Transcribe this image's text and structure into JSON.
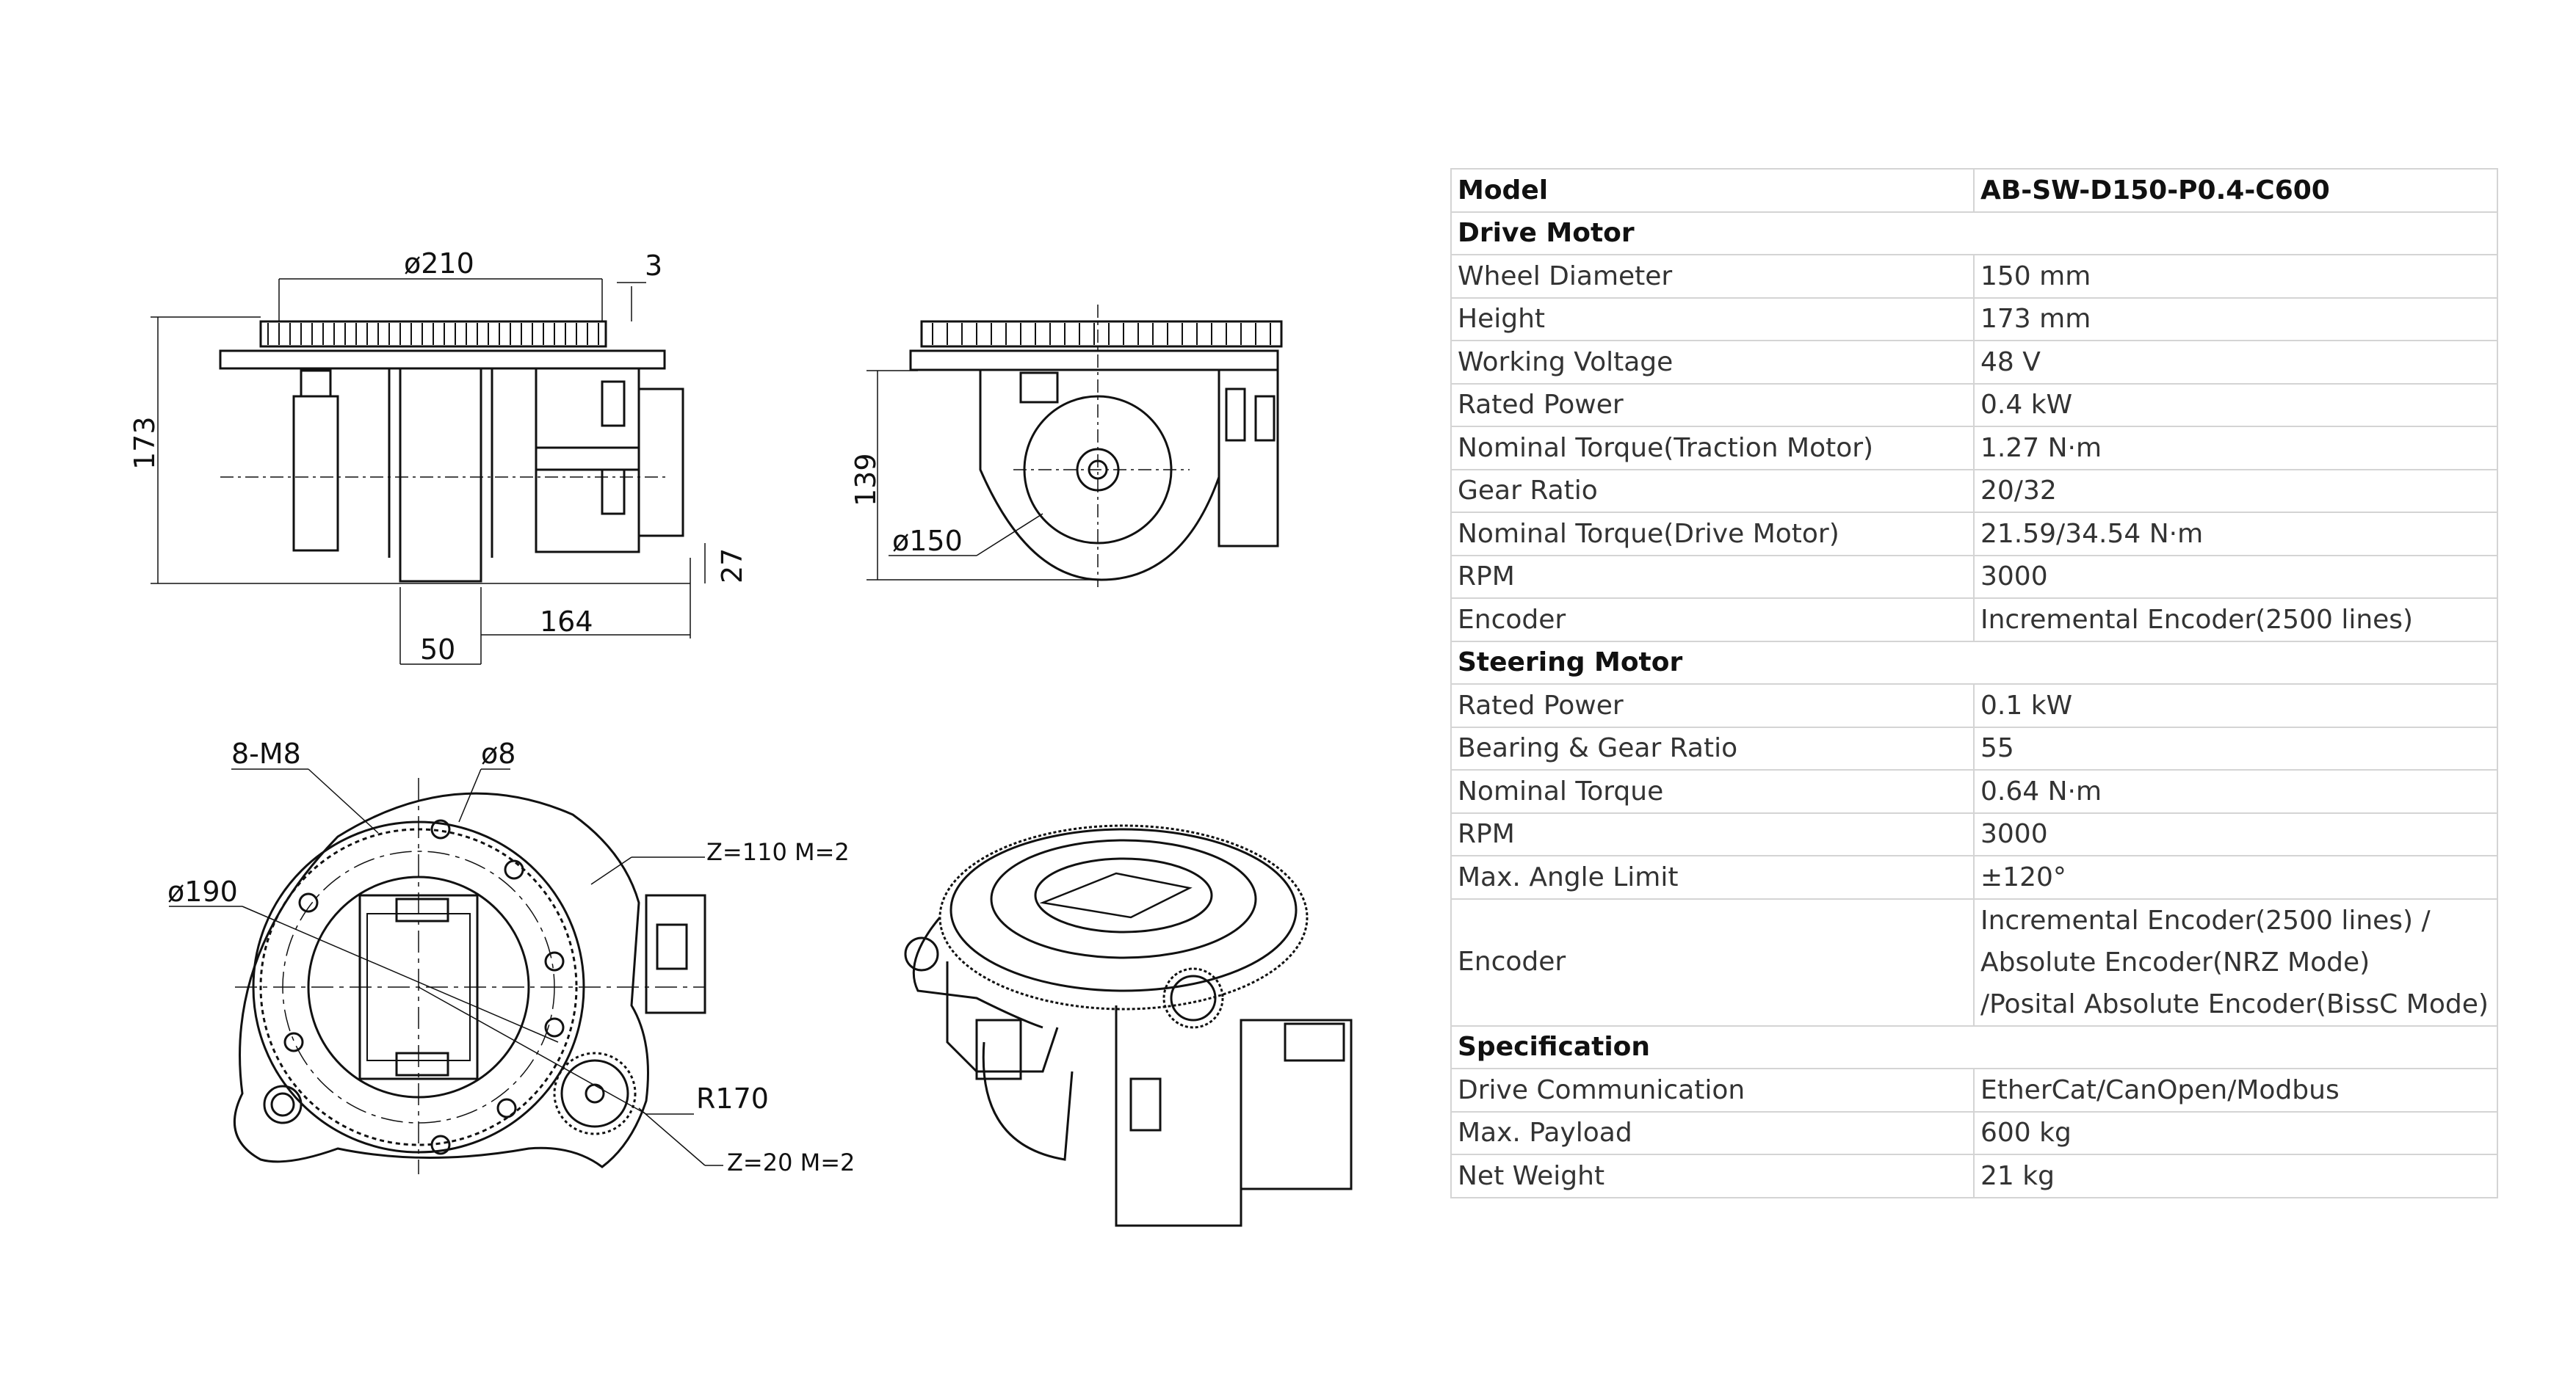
{
  "drawing": {
    "side_view": {
      "dia": "ø210",
      "offset": "3",
      "height": "173",
      "bottom": "27",
      "width1": "164",
      "width2": "50"
    },
    "front_view": {
      "height": "139",
      "dia": "ø150"
    },
    "top_view": {
      "holes": "8-M8",
      "pin": "ø8",
      "gear1": "Z=110 M=2",
      "circle": "ø190",
      "radius": "R170",
      "gear2": "Z=20 M=2"
    }
  },
  "spec": {
    "model_label": "Model",
    "model_value": "AB-SW-D150-P0.4-C600",
    "drive_motor": {
      "title": "Drive Motor",
      "rows": [
        {
          "label": "Wheel Diameter",
          "value": "150 mm"
        },
        {
          "label": "Height",
          "value": "173 mm"
        },
        {
          "label": "Working Voltage",
          "value": "48 V"
        },
        {
          "label": "Rated Power",
          "value": "0.4 kW"
        },
        {
          "label": "Nominal Torque(Traction Motor)",
          "value": "1.27 N·m"
        },
        {
          "label": "Gear Ratio",
          "value": "20/32"
        },
        {
          "label": "Nominal Torque(Drive Motor)",
          "value": "21.59/34.54 N·m"
        },
        {
          "label": "RPM",
          "value": "3000"
        },
        {
          "label": "Encoder",
          "value": "Incremental Encoder(2500 lines)"
        }
      ]
    },
    "steering_motor": {
      "title": "Steering Motor",
      "rows": [
        {
          "label": "Rated Power",
          "value": "0.1 kW"
        },
        {
          "label": "Bearing & Gear Ratio",
          "value": "55"
        },
        {
          "label": "Nominal Torque",
          "value": "0.64 N·m"
        },
        {
          "label": "RPM",
          "value": "3000"
        },
        {
          "label": "Max. Angle Limit",
          "value": "±120°"
        }
      ],
      "encoder_label": "Encoder",
      "encoder_lines": [
        "Incremental Encoder(2500 lines) /",
        "Absolute Encoder(NRZ Mode)",
        "/Posital Absolute Encoder(BissC Mode)"
      ]
    },
    "specification": {
      "title": "Specification",
      "rows": [
        {
          "label": "Drive Communication",
          "value": "EtherCat/CanOpen/Modbus"
        },
        {
          "label": "Max. Payload",
          "value": "600 kg"
        },
        {
          "label": "Net Weight",
          "value": "21 kg"
        }
      ]
    }
  }
}
